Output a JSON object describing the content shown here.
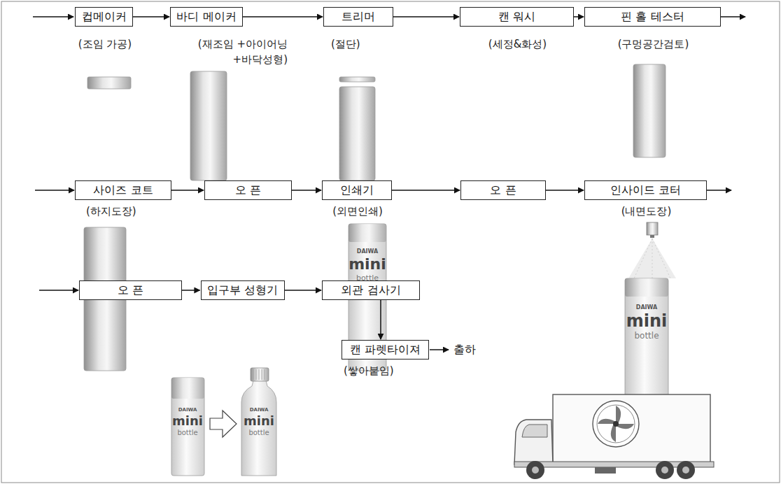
{
  "diagram": {
    "nodes": [
      {
        "text": [
          "컵메이커",
          "(조임 가공)"
        ]
      },
      {
        "text": [
          "바디 메이커",
          "(재조임 +아이어닝 +바닥성형)"
        ]
      },
      {
        "text": [
          "트리머",
          "(절단)"
        ]
      },
      {
        "text": [
          "캔 워시",
          "(세정&화성)"
        ]
      },
      {
        "text": [
          "핀 홀 테스터",
          "(구멍공간검토)"
        ]
      },
      {
        "text": [
          "사이즈 코트",
          "(하지도장)"
        ]
      },
      {
        "text": [
          "오 픈"
        ]
      },
      {
        "text": [
          "인쇄기",
          "(외면인쇄)"
        ]
      },
      {
        "text": [
          "오 픈"
        ]
      },
      {
        "text": [
          "인사이드 코터",
          "(내면도장)"
        ]
      },
      {
        "text": [
          "오 픈"
        ]
      },
      {
        "text": [
          "입구부 성형기"
        ]
      },
      {
        "text": [
          "외관 검사기"
        ]
      },
      {
        "text": [
          "캔 파렛타이져",
          "(쌓아붙임)"
        ]
      }
    ],
    "edges": [
      {
        "from": 0,
        "to": 1,
        "arrow": "to"
      },
      {
        "from": 1,
        "to": 2,
        "arrow": "to"
      },
      {
        "from": 2,
        "to": 3,
        "arrow": "to"
      },
      {
        "from": 3,
        "to": 4,
        "arrow": "to"
      },
      {
        "from": 4,
        "to": 5,
        "arrow": "to"
      },
      {
        "from": 5,
        "to": 6,
        "arrow": "to"
      },
      {
        "from": 6,
        "to": 7,
        "arrow": "to"
      },
      {
        "from": 7,
        "to": 8,
        "arrow": "to"
      },
      {
        "from": 8,
        "to": 9,
        "arrow": "to"
      },
      {
        "from": 9,
        "to": 10,
        "arrow": "to"
      },
      {
        "from": 10,
        "to": 11,
        "arrow": "to"
      },
      {
        "from": 11,
        "to": 12,
        "arrow": "to"
      },
      {
        "from": 12,
        "to": 13,
        "arrow": "to"
      }
    ],
    "labels": [
      "출하",
      "DAIWA",
      "mini",
      "bottle",
      "DAIWA",
      "mini",
      "bottle",
      "DAIWA",
      "mini",
      "bottle",
      "DAIWA",
      "mini",
      "bottle"
    ]
  }
}
